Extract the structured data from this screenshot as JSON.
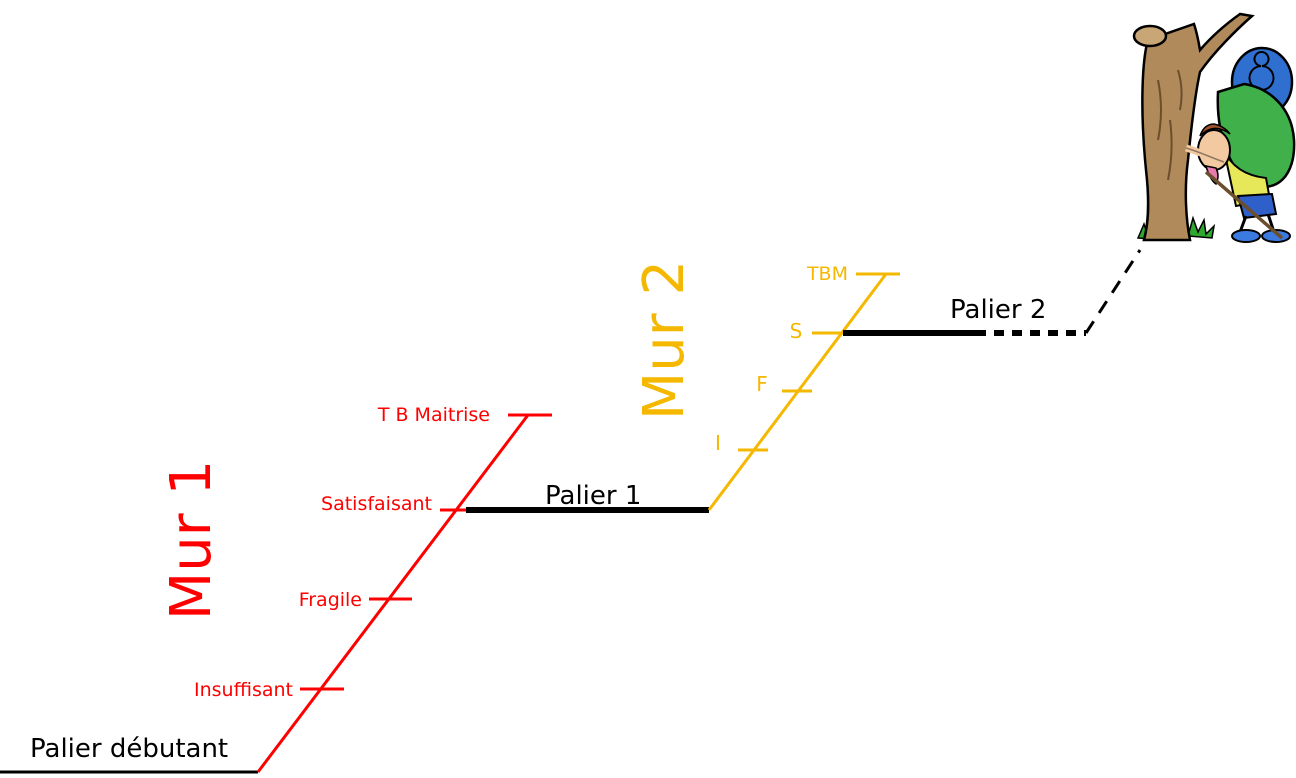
{
  "colors": {
    "wall1": "#ff0000",
    "wall2": "#f5b800",
    "plateau": "#000000",
    "background": "#ffffff"
  },
  "start": {
    "label": "Palier débutant"
  },
  "wall1": {
    "title": "Mur 1",
    "levels": [
      "Insuffisant",
      "Fragile",
      "Satisfaisant",
      "T B Maitrise"
    ]
  },
  "plateau1": {
    "label": "Palier 1"
  },
  "wall2": {
    "title": "Mur 2",
    "levels": [
      "I",
      "F",
      "S",
      "TBM"
    ]
  },
  "plateau2": {
    "label": "Palier 2"
  },
  "illustration": {
    "subject": "hiker-at-tree-illustration"
  }
}
